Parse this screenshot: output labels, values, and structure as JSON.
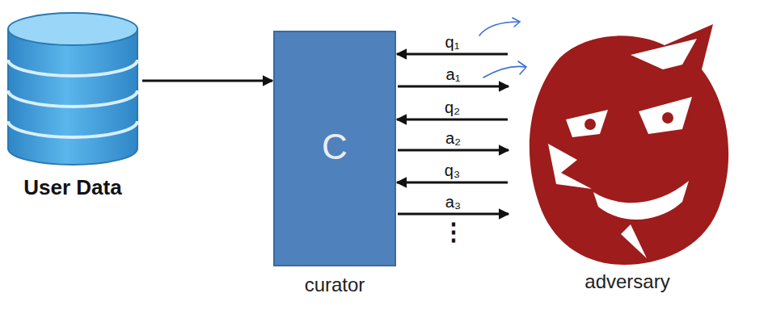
{
  "diagram": {
    "nodes": [
      {
        "text": [
          "User Data"
        ]
      },
      {
        "text": [
          "C",
          "curator"
        ]
      },
      {
        "text": [
          "adversary"
        ]
      }
    ],
    "edges": [
      {
        "from": 0,
        "to": 1,
        "arrow": "to"
      },
      {
        "from": 2,
        "to": 1,
        "arrow": "to",
        "label": "q₁"
      },
      {
        "from": 1,
        "to": 2,
        "arrow": "to",
        "label": "a₁"
      },
      {
        "from": 2,
        "to": 1,
        "arrow": "to",
        "label": "q₂"
      },
      {
        "from": 1,
        "to": 2,
        "arrow": "to",
        "label": "a₂"
      },
      {
        "from": 2,
        "to": 1,
        "arrow": "to",
        "label": "q₃"
      },
      {
        "from": 1,
        "to": 2,
        "arrow": "to",
        "label": "a₃"
      }
    ],
    "labels": [
      "⋮"
    ]
  }
}
